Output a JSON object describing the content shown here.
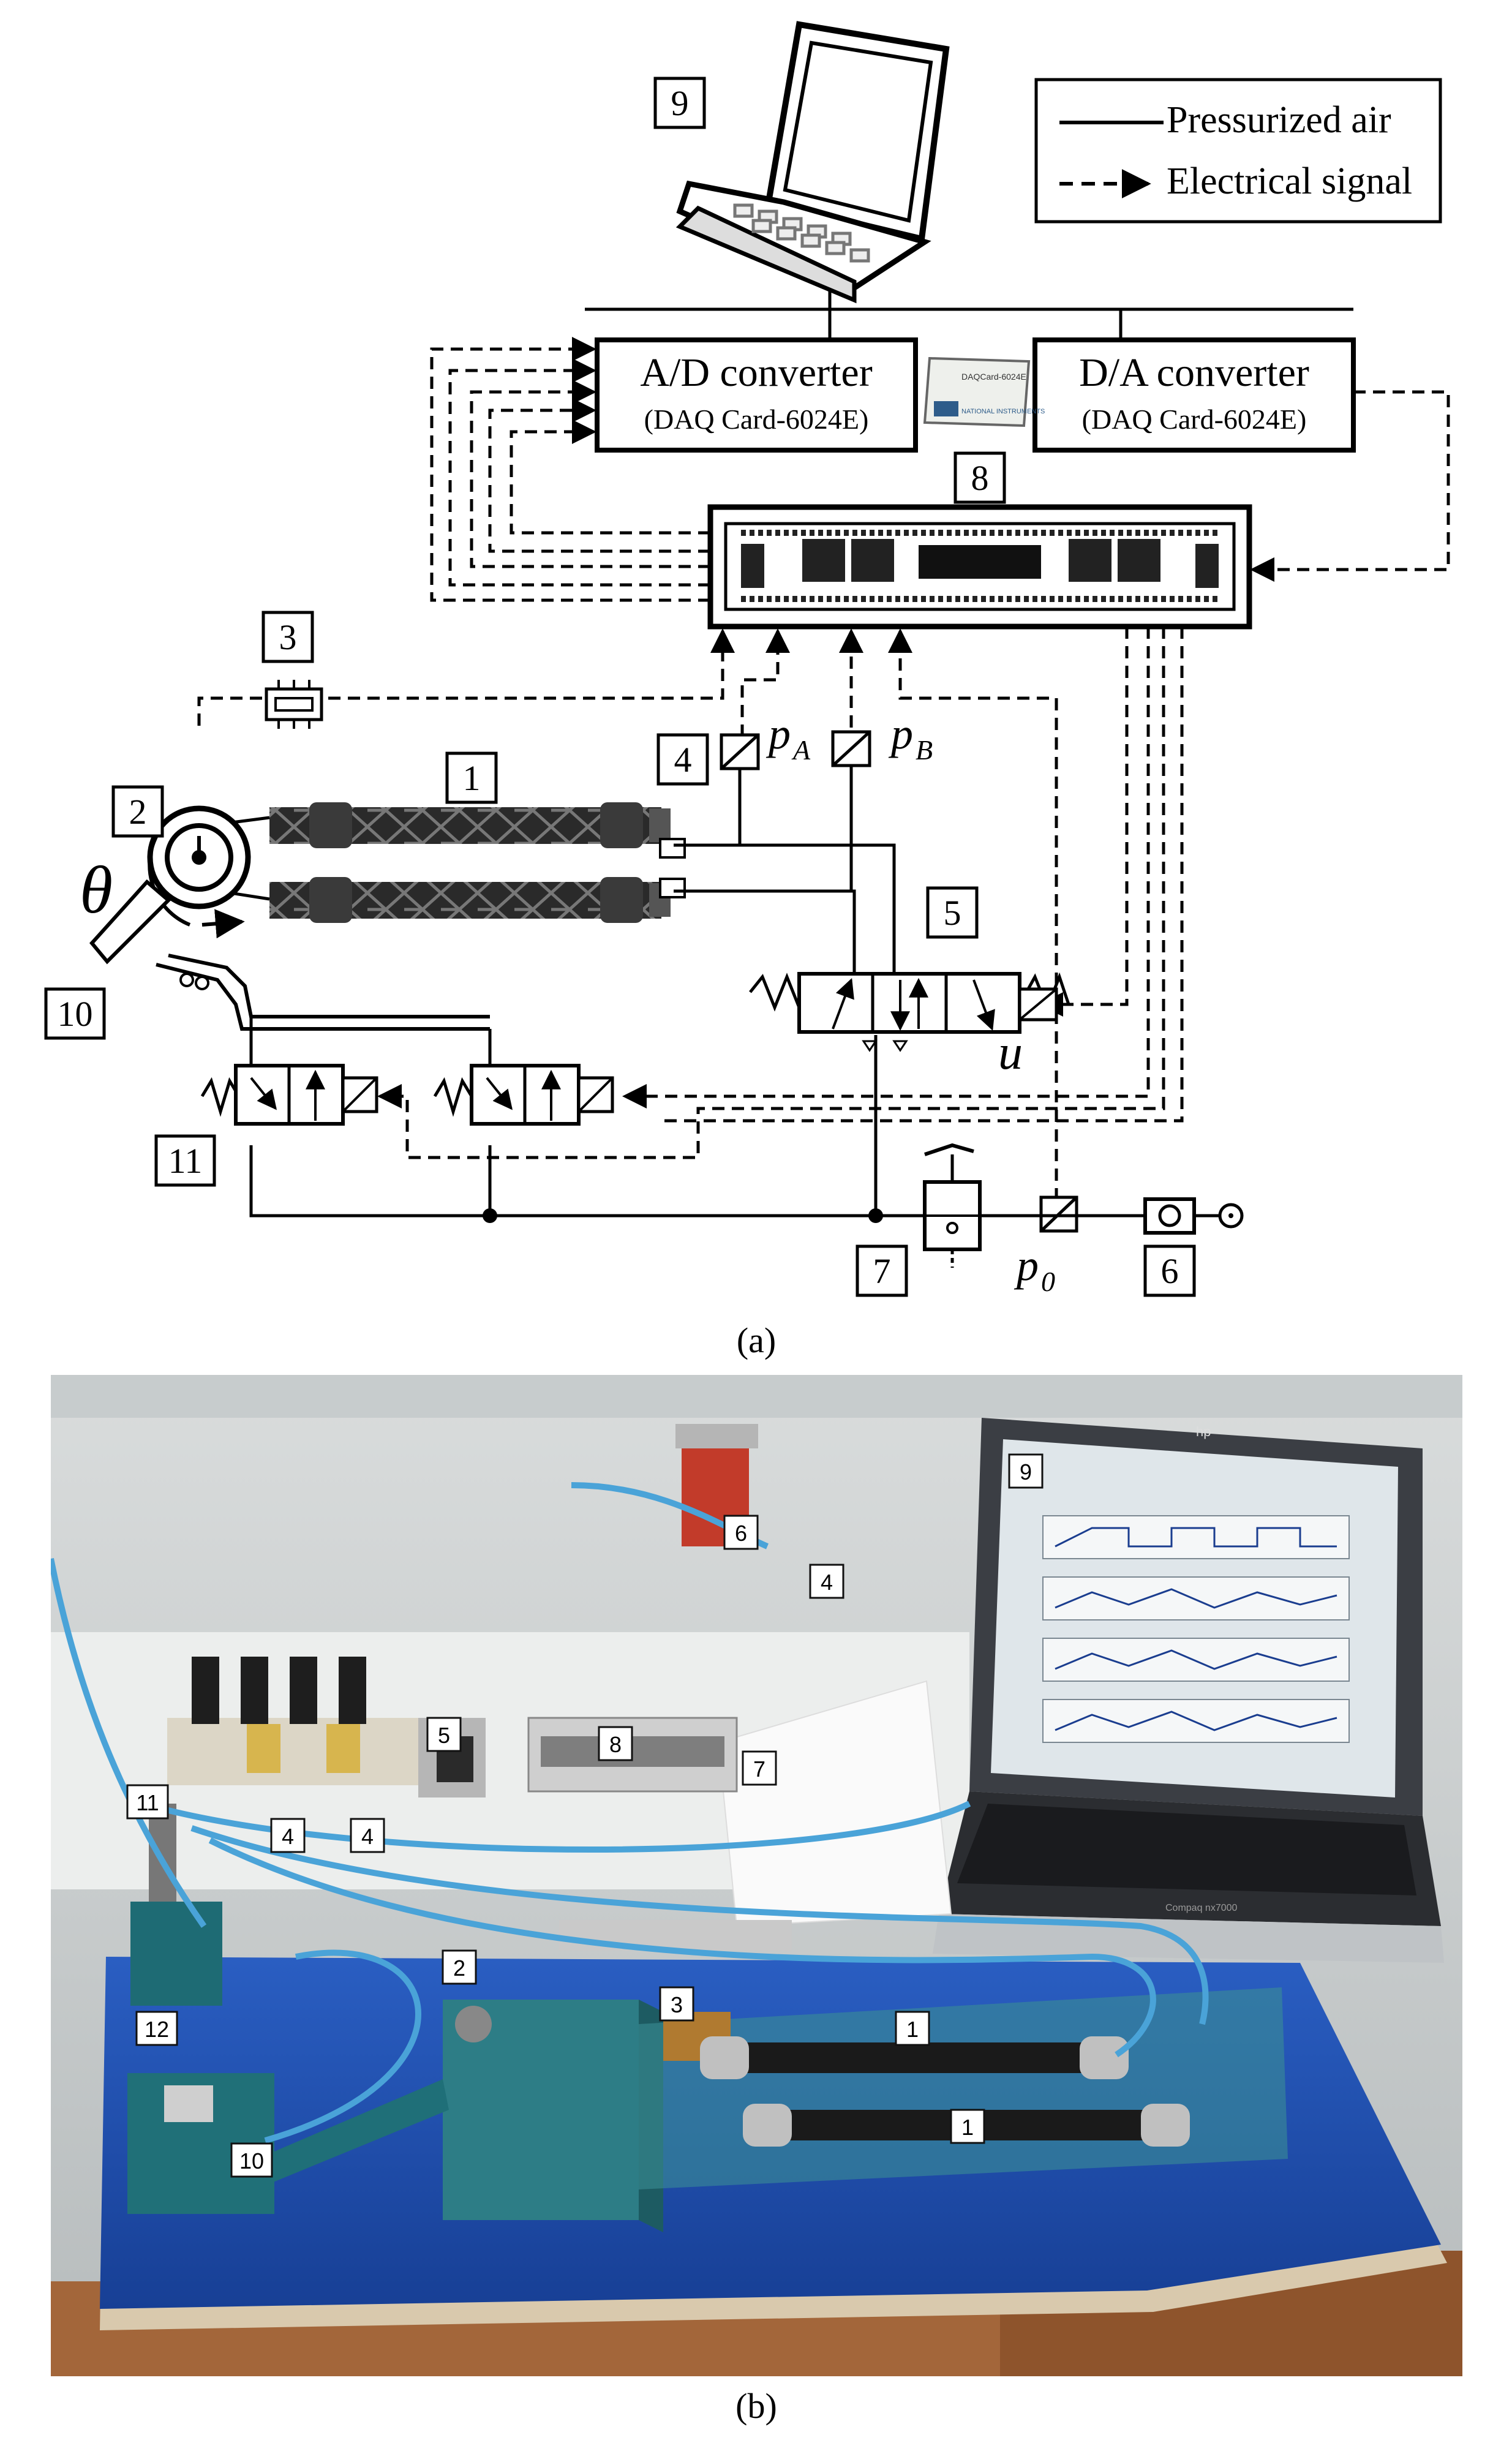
{
  "legend": {
    "pressurized_air": "Pressurized air",
    "electrical_signal": "Electrical signal"
  },
  "diagram": {
    "ad_converter": {
      "title": "A/D converter",
      "subtitle": "(DAQ Card-6024E)"
    },
    "da_converter": {
      "title": "D/A converter",
      "subtitle": "(DAQ Card-6024E)"
    },
    "daq_card_label": "DAQCard-6024E",
    "daq_card_brand": "NATIONAL INSTRUMENTS",
    "symbols": {
      "theta": "θ",
      "u": "u",
      "pA": "p",
      "pA_sub": "A",
      "pB": "p",
      "pB_sub": "B",
      "p0": "p",
      "p0_sub": "0"
    },
    "numbers": {
      "n1": "1",
      "n2": "2",
      "n3": "3",
      "n4": "4",
      "n5": "5",
      "n6": "6",
      "n7": "7",
      "n8": "8",
      "n9": "9",
      "n10": "10",
      "n11": "11"
    }
  },
  "photo": {
    "labels": {
      "n1a": "1",
      "n1b": "1",
      "n2": "2",
      "n3": "3",
      "n4a": "4",
      "n4b": "4",
      "n4c": "4",
      "n5": "5",
      "n6": "6",
      "n7": "7",
      "n8": "8",
      "n9": "9",
      "n10": "10",
      "n11": "11",
      "n12": "12"
    },
    "laptop_brand": "hp",
    "laptop_model": "Compaq nx7000"
  },
  "captions": {
    "a": "(a)",
    "b": "(b)"
  },
  "colors": {
    "table_blue": "#1f55b8",
    "cable_blue": "#4aa3d8",
    "machine_teal": "#2d7d86",
    "background_wall": "#cfd3d4"
  }
}
